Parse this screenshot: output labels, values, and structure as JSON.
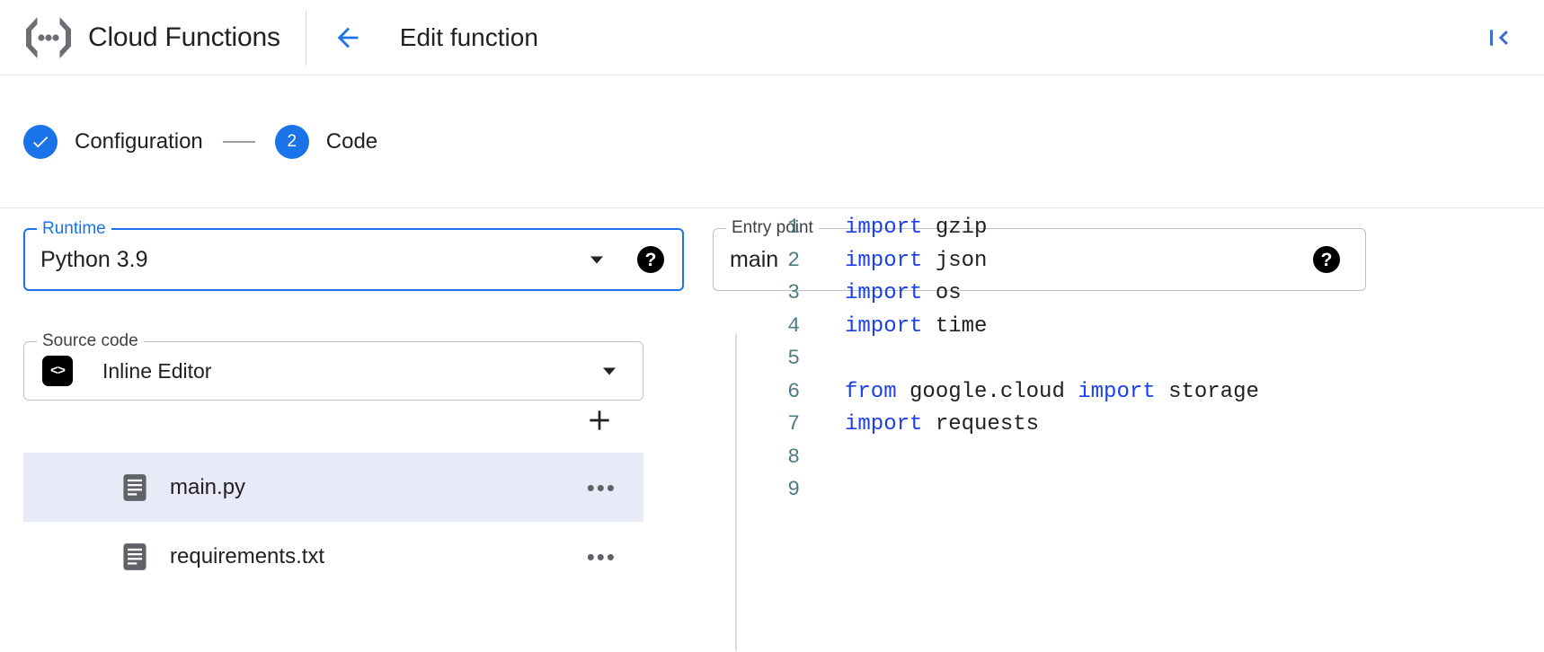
{
  "header": {
    "brand_icon": "cloud-functions-logo-icon",
    "brand_title": "Cloud Functions",
    "back_icon": "arrow-left-icon",
    "page_title": "Edit function",
    "collapse_icon": "collapse-panel-icon"
  },
  "stepper": {
    "steps": [
      {
        "marker": "✓",
        "label": "Configuration",
        "state": "complete"
      },
      {
        "marker": "2",
        "label": "Code",
        "state": "active"
      }
    ]
  },
  "form": {
    "runtime": {
      "label": "Runtime",
      "value": "Python 3.9",
      "dropdown_icon": "chevron-down-icon",
      "help_icon": "help-icon",
      "help_glyph": "?",
      "focused": true
    },
    "entry_point": {
      "label": "Entry point",
      "value": "main",
      "placeholder": "main",
      "help_icon": "help-icon",
      "help_glyph": "?"
    },
    "source_code": {
      "label": "Source code",
      "value": "Inline Editor",
      "badge_glyph": "<>",
      "dropdown_icon": "chevron-down-icon"
    }
  },
  "files": {
    "add_label": "+",
    "menu_glyph": "•••",
    "items": [
      {
        "name": "main.py",
        "selected": true
      },
      {
        "name": "requirements.txt",
        "selected": false
      }
    ]
  },
  "editor": {
    "lines": [
      {
        "n": "1",
        "segments": [
          {
            "t": "import",
            "k": true
          },
          {
            "t": " gzip",
            "k": false
          }
        ]
      },
      {
        "n": "2",
        "segments": [
          {
            "t": "import",
            "k": true
          },
          {
            "t": " json",
            "k": false
          }
        ]
      },
      {
        "n": "3",
        "segments": [
          {
            "t": "import",
            "k": true
          },
          {
            "t": " os",
            "k": false
          }
        ]
      },
      {
        "n": "4",
        "segments": [
          {
            "t": "import",
            "k": true
          },
          {
            "t": " time",
            "k": false
          }
        ]
      },
      {
        "n": "5",
        "segments": []
      },
      {
        "n": "6",
        "segments": [
          {
            "t": "from",
            "k": true
          },
          {
            "t": " google.cloud ",
            "k": false
          },
          {
            "t": "import",
            "k": true
          },
          {
            "t": " storage",
            "k": false
          }
        ]
      },
      {
        "n": "7",
        "segments": [
          {
            "t": "import",
            "k": true
          },
          {
            "t": " requests",
            "k": false
          }
        ]
      },
      {
        "n": "8",
        "segments": []
      },
      {
        "n": "9",
        "segments": []
      }
    ]
  },
  "colors": {
    "accent": "#1a73e8",
    "keyword": "#1a3fec",
    "line_number": "#4d7b84",
    "selected_row": "#e8eaf8",
    "border": "#bdc1c6"
  }
}
